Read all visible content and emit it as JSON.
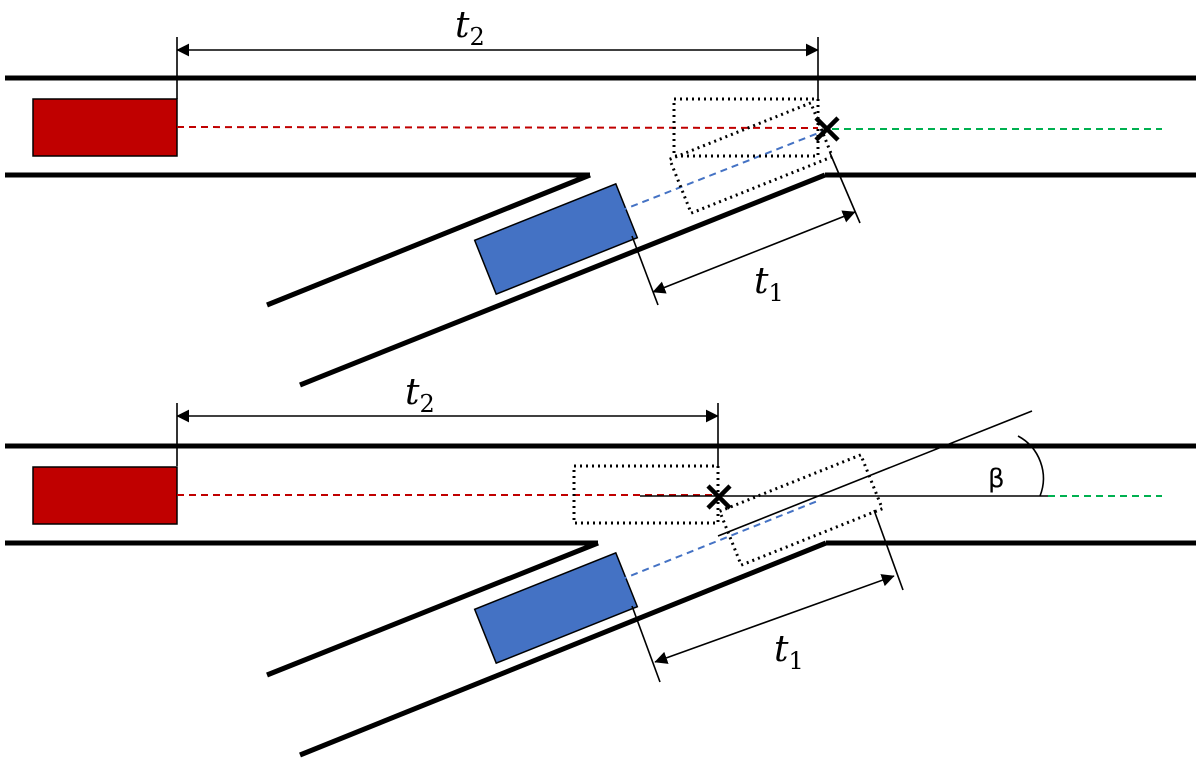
{
  "colors": {
    "main_vehicle": "#c00000",
    "merging_vehicle": "#4472c4",
    "main_path": "#c00000",
    "merging_path": "#4472c4",
    "downstream_path": "#00b050",
    "road": "#000000"
  },
  "icons": {
    "conflict_point": "cross-mark-icon"
  },
  "labels": {
    "t1_base": "t",
    "t1_sub": "1",
    "t2_base": "t",
    "t2_sub": "2",
    "beta": "β"
  }
}
